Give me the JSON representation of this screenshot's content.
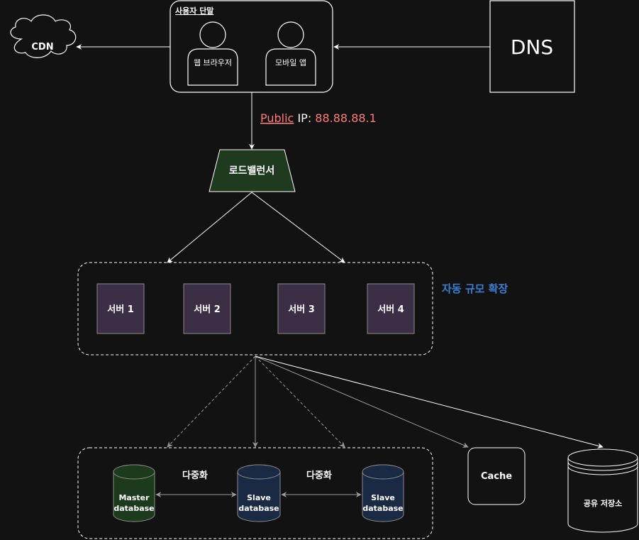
{
  "user_devices": {
    "title": "사용자 단말",
    "web_browser": "웹 브라우저",
    "mobile_app": "모바일 앱"
  },
  "cdn": "CDN",
  "dns": "DNS",
  "ip": {
    "public": "Public",
    "label": " IP: ",
    "address": "88.88.88.1"
  },
  "load_balancer": "로드밸런서",
  "auto_scaling": "자동 규모 확장",
  "servers": [
    "서버 1",
    "서버 2",
    "서버 3",
    "서버 4"
  ],
  "databases": {
    "master": [
      "Master",
      "database"
    ],
    "slave1": [
      "Slave",
      "database"
    ],
    "slave2": [
      "Slave",
      "database"
    ],
    "replication_1": "다중화",
    "replication_2": "다중화"
  },
  "cache": "Cache",
  "shared_storage": "공유 저장소",
  "colors": {
    "background": "#121212",
    "stroke": "#ffffff",
    "server_fill": "#3a2f45",
    "lb_fill": "#1f3a1f",
    "master_db_fill": "#1c3a1c",
    "slave_db_fill": "#1b2a44",
    "accent_red": "#ff7a7a",
    "accent_blue": "#3a7fd5"
  }
}
